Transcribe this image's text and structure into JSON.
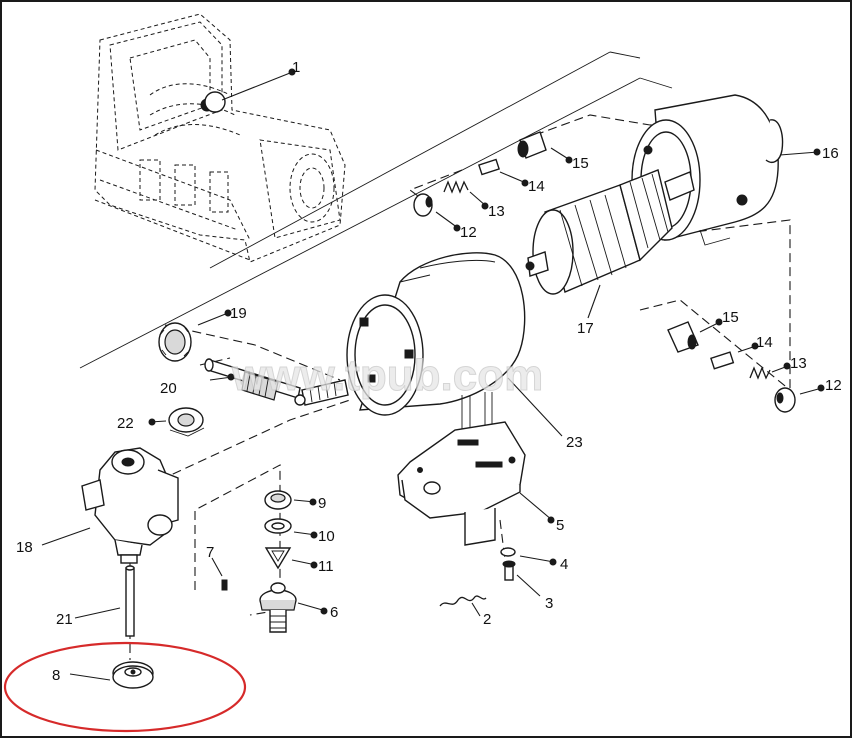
{
  "watermark": "www.tpub.com",
  "highlight_color": "#d62a2a",
  "callouts": {
    "c1": "1",
    "c2": "2",
    "c3": "3",
    "c4": "4",
    "c5": "5",
    "c6": "6",
    "c7": "7",
    "c8": "8",
    "c9": "9",
    "c10": "10",
    "c11": "11",
    "c12a": "12",
    "c12b": "12",
    "c13a": "13",
    "c13b": "13",
    "c14a": "14",
    "c14b": "14",
    "c15a": "15",
    "c15b": "15",
    "c16": "16",
    "c17": "17",
    "c18": "18",
    "c19": "19",
    "c20": "20",
    "c21": "21",
    "c22": "22",
    "c23": "23"
  }
}
